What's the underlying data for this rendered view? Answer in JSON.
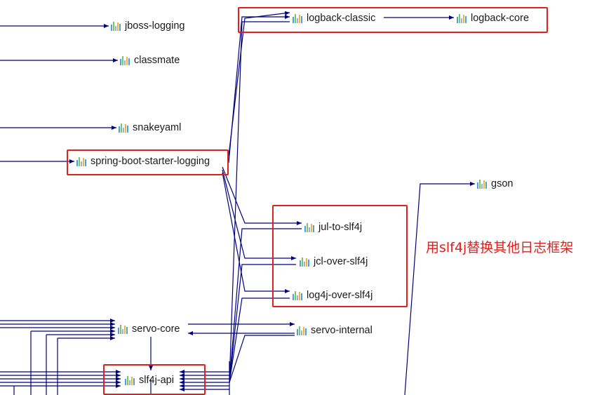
{
  "nodes": {
    "jboss_logging": "jboss-logging",
    "classmate": "classmate",
    "snakeyaml": "snakeyaml",
    "spring_boot_starter_logging": "spring-boot-starter-logging",
    "logback_classic": "logback-classic",
    "logback_core": "logback-core",
    "gson": "gson",
    "jul_to_slf4j": "jul-to-slf4j",
    "jcl_over_slf4j": "jcl-over-slf4j",
    "log4j_over_slf4j": "log4j-over-slf4j",
    "servo_core": "servo-core",
    "servo_internal": "servo-internal",
    "slf4j_api": "slf4j-api"
  },
  "annotation": "用slf4j替换其他日志框架",
  "colors": {
    "edge": "#00007f",
    "highlight": "#e0201b"
  },
  "icon": "maven-library-icon"
}
